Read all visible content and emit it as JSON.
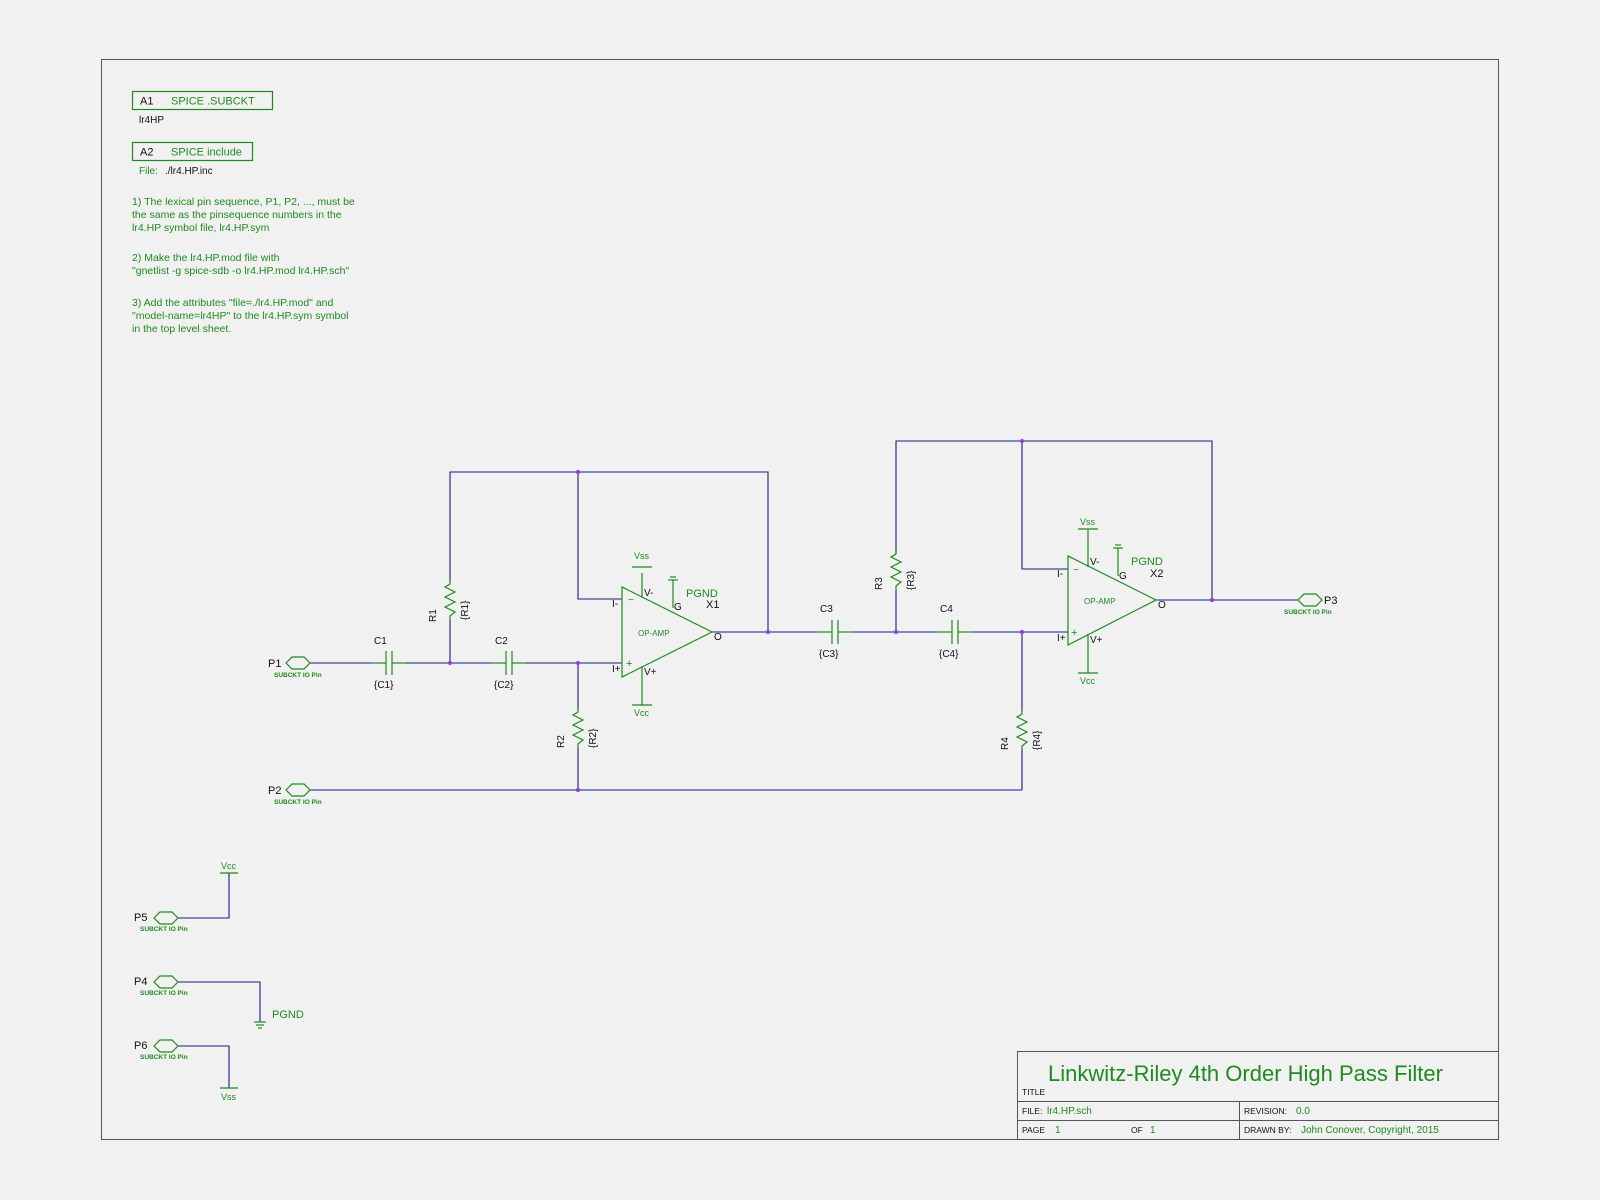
{
  "attributes": {
    "a1": {
      "ref": "A1",
      "type": "SPICE .SUBCKT",
      "value": "lr4HP"
    },
    "a2": {
      "ref": "A2",
      "type": "SPICE include",
      "file_label": "File:",
      "file_value": "./lr4.HP.inc"
    }
  },
  "notes": [
    [
      "1) The lexical pin sequence, P1, P2, ..., must be",
      "the same as the pinsequence numbers in the",
      "lr4.HP symbol file, lr4.HP.sym"
    ],
    [
      "2) Make the lr4.HP.mod file with",
      "\"gnetlist -g spice-sdb  -o lr4.HP.mod lr4.HP.sch\""
    ],
    [
      "3) Add the attributes \"file=./lr4.HP.mod\" and",
      "\"model-name=lr4HP\" to the lr4.HP.sym symbol",
      "in the top level sheet."
    ]
  ],
  "ports": {
    "p1": {
      "ref": "P1",
      "label": "SUBCKT IO Pin"
    },
    "p2": {
      "ref": "P2",
      "label": "SUBCKT IO Pin"
    },
    "p3": {
      "ref": "P3",
      "label": "SUBCKT IO Pin"
    },
    "p4": {
      "ref": "P4",
      "label": "SUBCKT IO Pin"
    },
    "p5": {
      "ref": "P5",
      "label": "SUBCKT IO Pin"
    },
    "p6": {
      "ref": "P6",
      "label": "SUBCKT IO Pin"
    }
  },
  "components": {
    "c1": {
      "ref": "C1",
      "value": "{C1}"
    },
    "c2": {
      "ref": "C2",
      "value": "{C2}"
    },
    "c3": {
      "ref": "C3",
      "value": "{C3}"
    },
    "c4": {
      "ref": "C4",
      "value": "{C4}"
    },
    "r1": {
      "ref": "R1",
      "value": "{R1}"
    },
    "r2": {
      "ref": "R2",
      "value": "{R2}"
    },
    "r3": {
      "ref": "R3",
      "value": "{R3}"
    },
    "r4": {
      "ref": "R4",
      "value": "{R4}"
    }
  },
  "opamps": {
    "x1": {
      "ref": "X1",
      "body": "OP-AMP",
      "pin_inv": "I-",
      "pin_noninv": "I+",
      "pin_out": "O",
      "pin_vminus": "V-",
      "pin_vplus": "V+",
      "pin_g": "G",
      "minus": "−",
      "plus": "+",
      "vss": "Vss",
      "vcc": "Vcc",
      "pgnd": "PGND"
    },
    "x2": {
      "ref": "X2",
      "body": "OP-AMP",
      "pin_inv": "I-",
      "pin_noninv": "I+",
      "pin_out": "O",
      "pin_vminus": "V-",
      "pin_vplus": "V+",
      "pin_g": "G",
      "minus": "−",
      "plus": "+",
      "vss": "Vss",
      "vcc": "Vcc",
      "pgnd": "PGND"
    }
  },
  "supplies": {
    "p5_net": "Vcc",
    "p4_net": "PGND",
    "p6_net": "Vss"
  },
  "title_block": {
    "title": "Linkwitz-Riley 4th Order High Pass Filter",
    "title_label": "TITLE",
    "file_label": "FILE:",
    "file_value": "lr4.HP.sch",
    "page_label": "PAGE",
    "page_value": "1",
    "of_label": "OF",
    "of_value": "1",
    "revision_label": "REVISION:",
    "revision_value": "0.0",
    "drawn_label": "DRAWN BY:",
    "drawn_value": "John Conover, Copyright, 2015"
  },
  "colors": {
    "symbol": "#1f8a1f",
    "wire": "#1a1a8a",
    "junction": "#8a3fd1",
    "background": "#f1f1f1"
  }
}
